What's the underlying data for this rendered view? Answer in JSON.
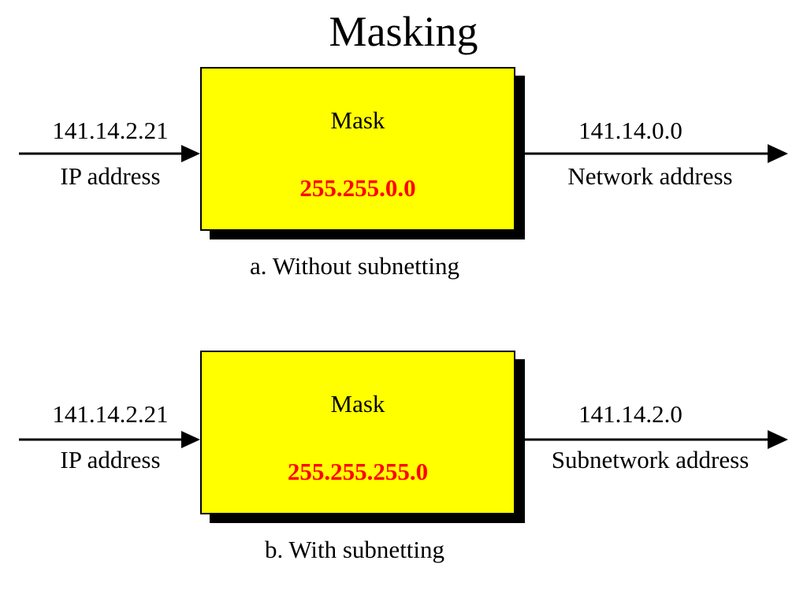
{
  "title": "Masking",
  "colors": {
    "box_fill": "#ffff00",
    "mask_value": "#ff0000",
    "shadow": "#000000"
  },
  "panels": [
    {
      "input_address": "141.14.2.21",
      "input_label": "IP address",
      "mask_label": "Mask",
      "mask_value": "255.255.0.0",
      "output_address": "141.14.0.0",
      "output_label": "Network address",
      "caption": "a. Without subnetting"
    },
    {
      "input_address": "141.14.2.21",
      "input_label": "IP address",
      "mask_label": "Mask",
      "mask_value": "255.255.255.0",
      "output_address": "141.14.2.0",
      "output_label": "Subnetwork address",
      "caption": "b. With subnetting"
    }
  ]
}
